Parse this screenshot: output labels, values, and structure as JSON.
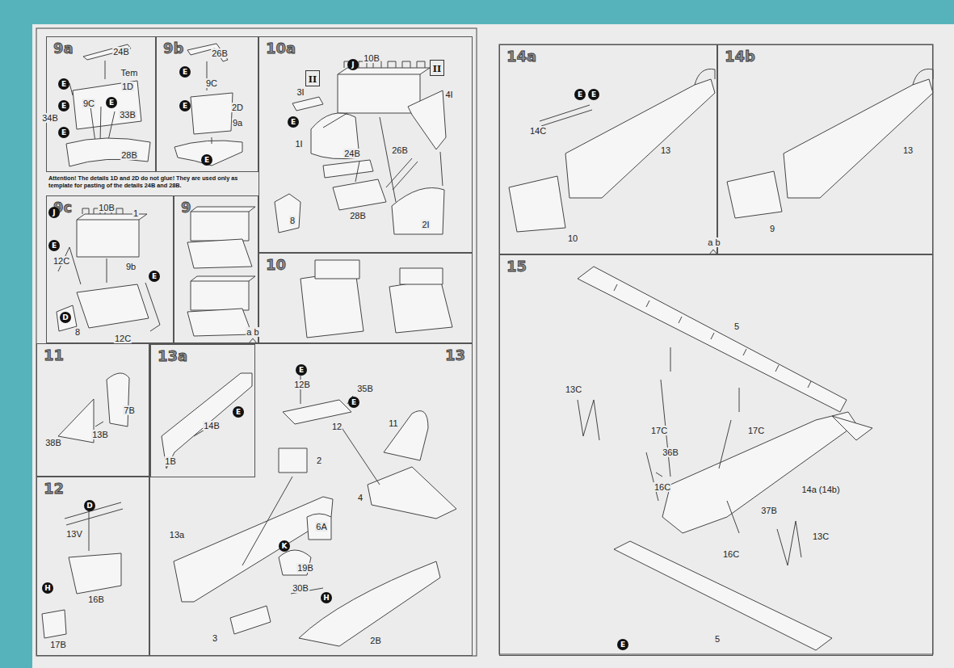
{
  "diagram": {
    "nodes": [
      {
        "text": [
          "9a"
        ]
      },
      {
        "text": [
          "E"
        ],
        "in": 0
      },
      {
        "text": [
          "E"
        ],
        "in": 0
      },
      {
        "text": [
          "E"
        ],
        "in": 0
      },
      {
        "text": [
          "E"
        ],
        "in": 0
      },
      {
        "text": [
          "9b"
        ]
      },
      {
        "text": [
          "E"
        ],
        "in": 5
      },
      {
        "text": [
          "E"
        ],
        "in": 5
      },
      {
        "text": [
          "E"
        ],
        "in": 5
      },
      {
        "text": [
          "10a"
        ]
      },
      {
        "text": [
          "J"
        ],
        "in": 9
      },
      {
        "text": [
          "E"
        ],
        "in": 9
      },
      {
        "text": [
          "II"
        ],
        "in": 9
      },
      {
        "text": [
          "II"
        ],
        "in": 9
      },
      {
        "text": [
          "9c"
        ]
      },
      {
        "text": [
          "J"
        ],
        "in": 14
      },
      {
        "text": [
          "E"
        ],
        "in": 14
      },
      {
        "text": [
          "D"
        ],
        "in": 14
      },
      {
        "text": [
          "E"
        ],
        "in": 14
      },
      {
        "text": [
          "9"
        ]
      },
      {
        "text": [
          "10"
        ]
      },
      {
        "text": [
          "11"
        ]
      },
      {
        "text": [
          "13"
        ]
      },
      {
        "text": [
          "13a"
        ],
        "in": 22
      },
      {
        "text": [
          "E"
        ],
        "in": 23
      },
      {
        "text": [
          "E"
        ],
        "in": 22
      },
      {
        "text": [
          "E"
        ],
        "in": 22
      },
      {
        "text": [
          "K"
        ],
        "in": 22
      },
      {
        "text": [
          "H"
        ],
        "in": 22
      },
      {
        "text": [
          "12"
        ]
      },
      {
        "text": [
          "D"
        ],
        "in": 29
      },
      {
        "text": [
          "H"
        ],
        "in": 29
      },
      {
        "text": [
          "14a"
        ]
      },
      {
        "text": [
          "E"
        ],
        "in": 32
      },
      {
        "text": [
          "E"
        ],
        "in": 32
      },
      {
        "text": [
          "14b"
        ]
      },
      {
        "text": [
          "15"
        ]
      },
      {
        "text": [
          "E"
        ],
        "in": 36
      }
    ],
    "labels": [
      "24B",
      "Tem",
      "1D",
      "9C",
      "33B",
      "34B",
      "28B",
      "26B",
      "9C",
      "2D",
      "9a",
      "Attention! The details 1D and 2D do not glue! They are used only as template for pasting of the details 24B and 28B.",
      "10B",
      "1",
      "12C",
      "9b",
      "8",
      "12C",
      "10B",
      "3I",
      "4I",
      "1I",
      "24B",
      "26B",
      "28B",
      "8",
      "2I",
      "a b",
      "7B",
      "13B",
      "38B",
      "1B",
      "14B",
      "12B",
      "35B",
      "12",
      "11",
      "2",
      "4",
      "6A",
      "13a",
      "19B",
      "30B",
      "3",
      "2B",
      "13V",
      "16B",
      "17B",
      "14C",
      "13",
      "10",
      "a b",
      "13",
      "9",
      "5",
      "13C",
      "17C",
      "17C",
      "36B",
      "16C",
      "14a (14b)",
      "37B",
      "16C",
      "13C",
      "5"
    ]
  }
}
